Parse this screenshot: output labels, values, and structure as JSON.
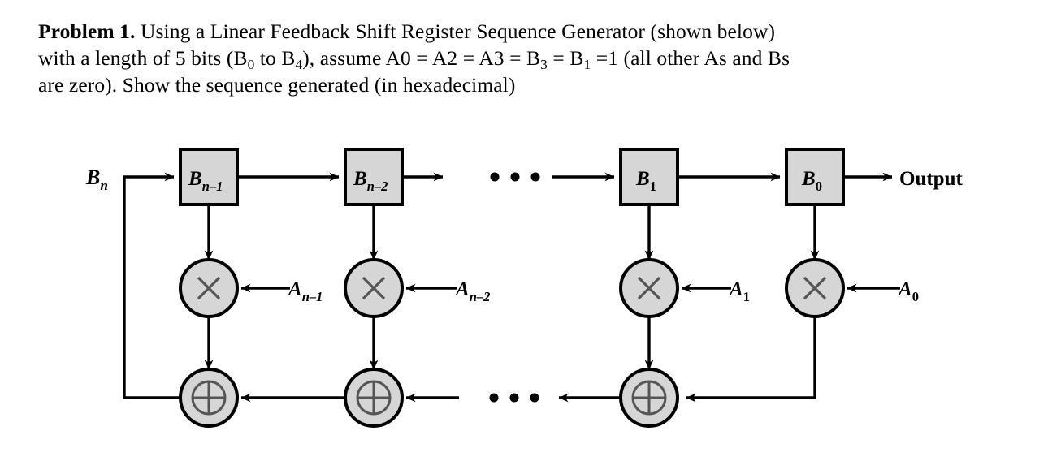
{
  "problem": {
    "lead": "Problem 1.",
    "line1_rest": " Using a Linear Feedback Shift Register Sequence Generator (shown below)",
    "line2_a": "with a length of 5 bits (B",
    "line2_sub1": "0",
    "line2_b": " to B",
    "line2_sub2": "4",
    "line2_c": "), assume A0 = A2 = A3 = B",
    "line2_sub3": "3",
    "line2_d": " = B",
    "line2_sub4": "1",
    "line2_e": " =1 (all other As and Bs",
    "line3": "are zero). Show the sequence generated (in hexadecimal)"
  },
  "figure": {
    "input_label": {
      "base": "B",
      "sub": "n"
    },
    "output_label": "Output",
    "ellipsis_top": "• • •",
    "ellipsis_bottom": "• • •",
    "registers": [
      {
        "name": "register-bn-1",
        "base": "B",
        "sub": "n–1"
      },
      {
        "name": "register-bn-2",
        "base": "B",
        "sub": "n–2"
      },
      {
        "name": "register-b1",
        "base": "B",
        "sub": "1"
      },
      {
        "name": "register-b0",
        "base": "B",
        "sub": "0"
      }
    ],
    "multipliers": [
      {
        "name": "multiplier-an-1",
        "glyph": "×",
        "coef_base": "A",
        "coef_sub": "n–1"
      },
      {
        "name": "multiplier-an-2",
        "glyph": "×",
        "coef_base": "A",
        "coef_sub": "n–2"
      },
      {
        "name": "multiplier-a1",
        "glyph": "×",
        "coef_base": "A",
        "coef_sub": "1"
      },
      {
        "name": "multiplier-a0",
        "glyph": "×",
        "coef_base": "A",
        "coef_sub": "0"
      }
    ],
    "adders": [
      {
        "name": "xor-adder-1",
        "glyph": "⊕"
      },
      {
        "name": "xor-adder-2",
        "glyph": "⊕"
      },
      {
        "name": "xor-adder-3",
        "glyph": "⊕"
      }
    ],
    "colors": {
      "shape_fill": "#d6d6d6",
      "stroke": "#000000",
      "background": "#ffffff"
    }
  }
}
